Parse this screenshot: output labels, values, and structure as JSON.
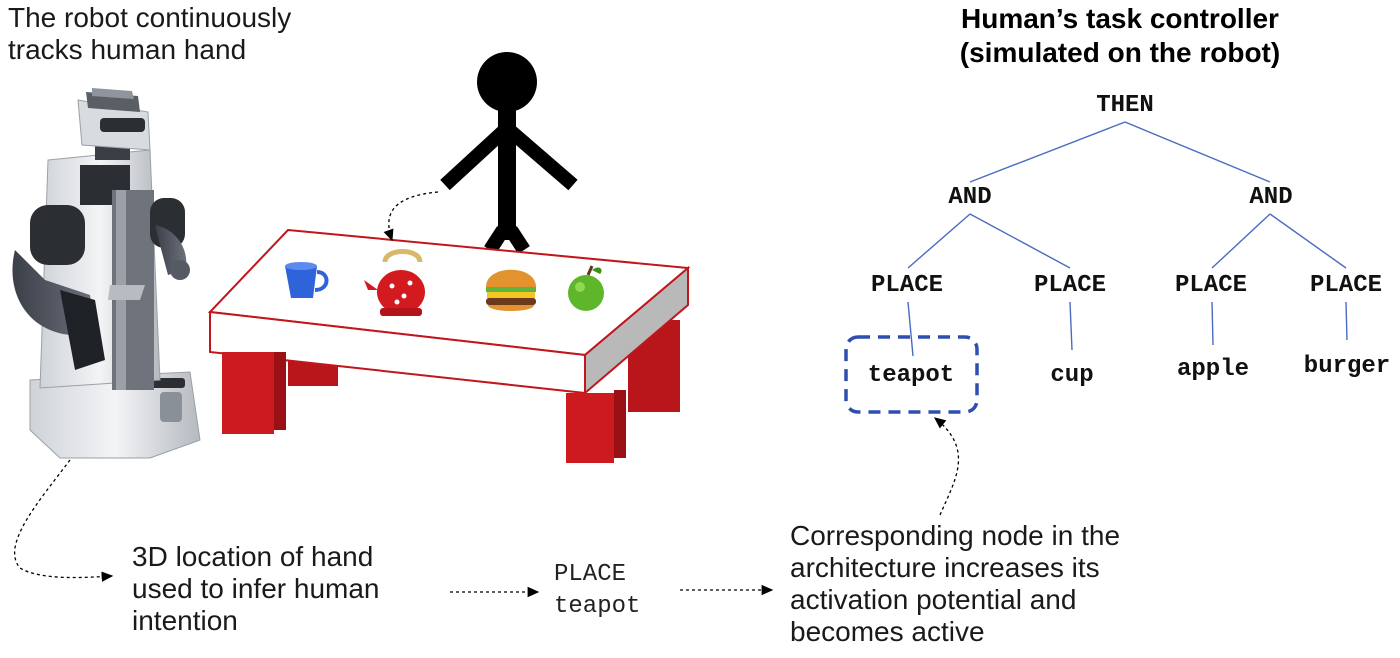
{
  "robot_caption": [
    "The robot continuously",
    "tracks human hand"
  ],
  "controller_title": [
    "Human’s task controller",
    "(simulated on the robot)"
  ],
  "tree": {
    "root": "THEN",
    "and_left": "AND",
    "and_right": "AND",
    "place_1": "PLACE",
    "place_2": "PLACE",
    "place_3": "PLACE",
    "place_4": "PLACE",
    "leaf_1": "teapot",
    "leaf_2": "cup",
    "leaf_3": "apple",
    "leaf_4": "burger"
  },
  "hand_caption": [
    "3D location of hand",
    "used to infer human",
    "intention"
  ],
  "action_label": [
    "PLACE",
    "teapot"
  ],
  "activation_caption": [
    "Corresponding node in the",
    "architecture increases its",
    "activation potential  and",
    "becomes active"
  ],
  "colors": {
    "tree_edge": "#4a6bbf",
    "highlight_box": "#2f4fb0",
    "table_edge": "#c0161c",
    "table_leg": "#cc1a1f"
  }
}
